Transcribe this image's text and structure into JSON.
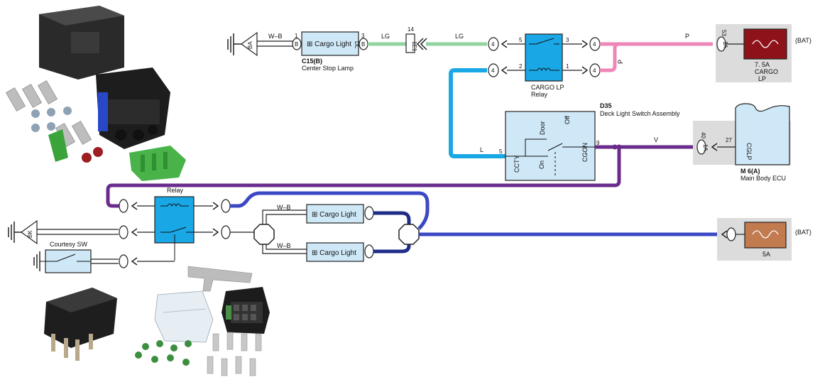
{
  "wire_colors": {
    "LG": "#93d3a2",
    "P": "#ee87b8",
    "L": "#1aa7e6",
    "V": "#6a2c8c",
    "blue": "#3b48c4",
    "navy": "#1f2c88",
    "black": "#222222"
  },
  "components": {
    "cargo_light_top": {
      "label": "Cargo Light",
      "connector": "C15(B)",
      "name": "Center Stop Lamp",
      "pin_left": "1",
      "pin_left_code": "B",
      "pin_right": "3",
      "pin_right_code": "B",
      "dl": "DL"
    },
    "ground_ba": {
      "code": "BA"
    },
    "ground_bk": {
      "code": "BK"
    },
    "splice_1e1": {
      "pin": "14",
      "code": "1E1"
    },
    "cargo_lp_relay": {
      "name": "CARGO LP",
      "name2": "Relay",
      "pins": [
        "5",
        "3",
        "2",
        "1"
      ]
    },
    "fuse_cargo_lp": {
      "rating": "7. 5A",
      "name": "CARGO",
      "name2": "LP",
      "pin": "53",
      "code": "1A",
      "supply": "(BAT)"
    },
    "deck_switch": {
      "connector": "D35",
      "name": "Deck Light Switch Assembly",
      "off": "Off",
      "door": "Door",
      "on": "On",
      "cgon": "CGON",
      "ccty": "CCTY",
      "pin_left": "5",
      "pin_right": "9"
    },
    "main_body_ecu": {
      "connector": "M 6(A)",
      "name": "Main Body ECU",
      "terminal": "CGLP",
      "pin": "27",
      "pin_code": "40",
      "code": "1A"
    },
    "relay": {
      "label": "Relay"
    },
    "courtesy_sw": {
      "label": "Courtesy SW"
    },
    "cargo_light_a": {
      "label": "Cargo Light"
    },
    "cargo_light_b": {
      "label": "Cargo Light"
    },
    "fuse_5a": {
      "rating": "5A",
      "supply": "(BAT)"
    },
    "in_line_connector": {
      "number": "4"
    }
  },
  "wires": {
    "wb1": "W–B",
    "lg1": "LG",
    "lg2": "LG",
    "p1": "P",
    "p2": "P",
    "l1": "L",
    "v1": "V",
    "wb2": "W–B",
    "wb3": "W–B"
  },
  "photos": {
    "kit_top": "relay-connector-kit-photo",
    "kit_bottom": "micro-relay-connector-kit-photo"
  }
}
